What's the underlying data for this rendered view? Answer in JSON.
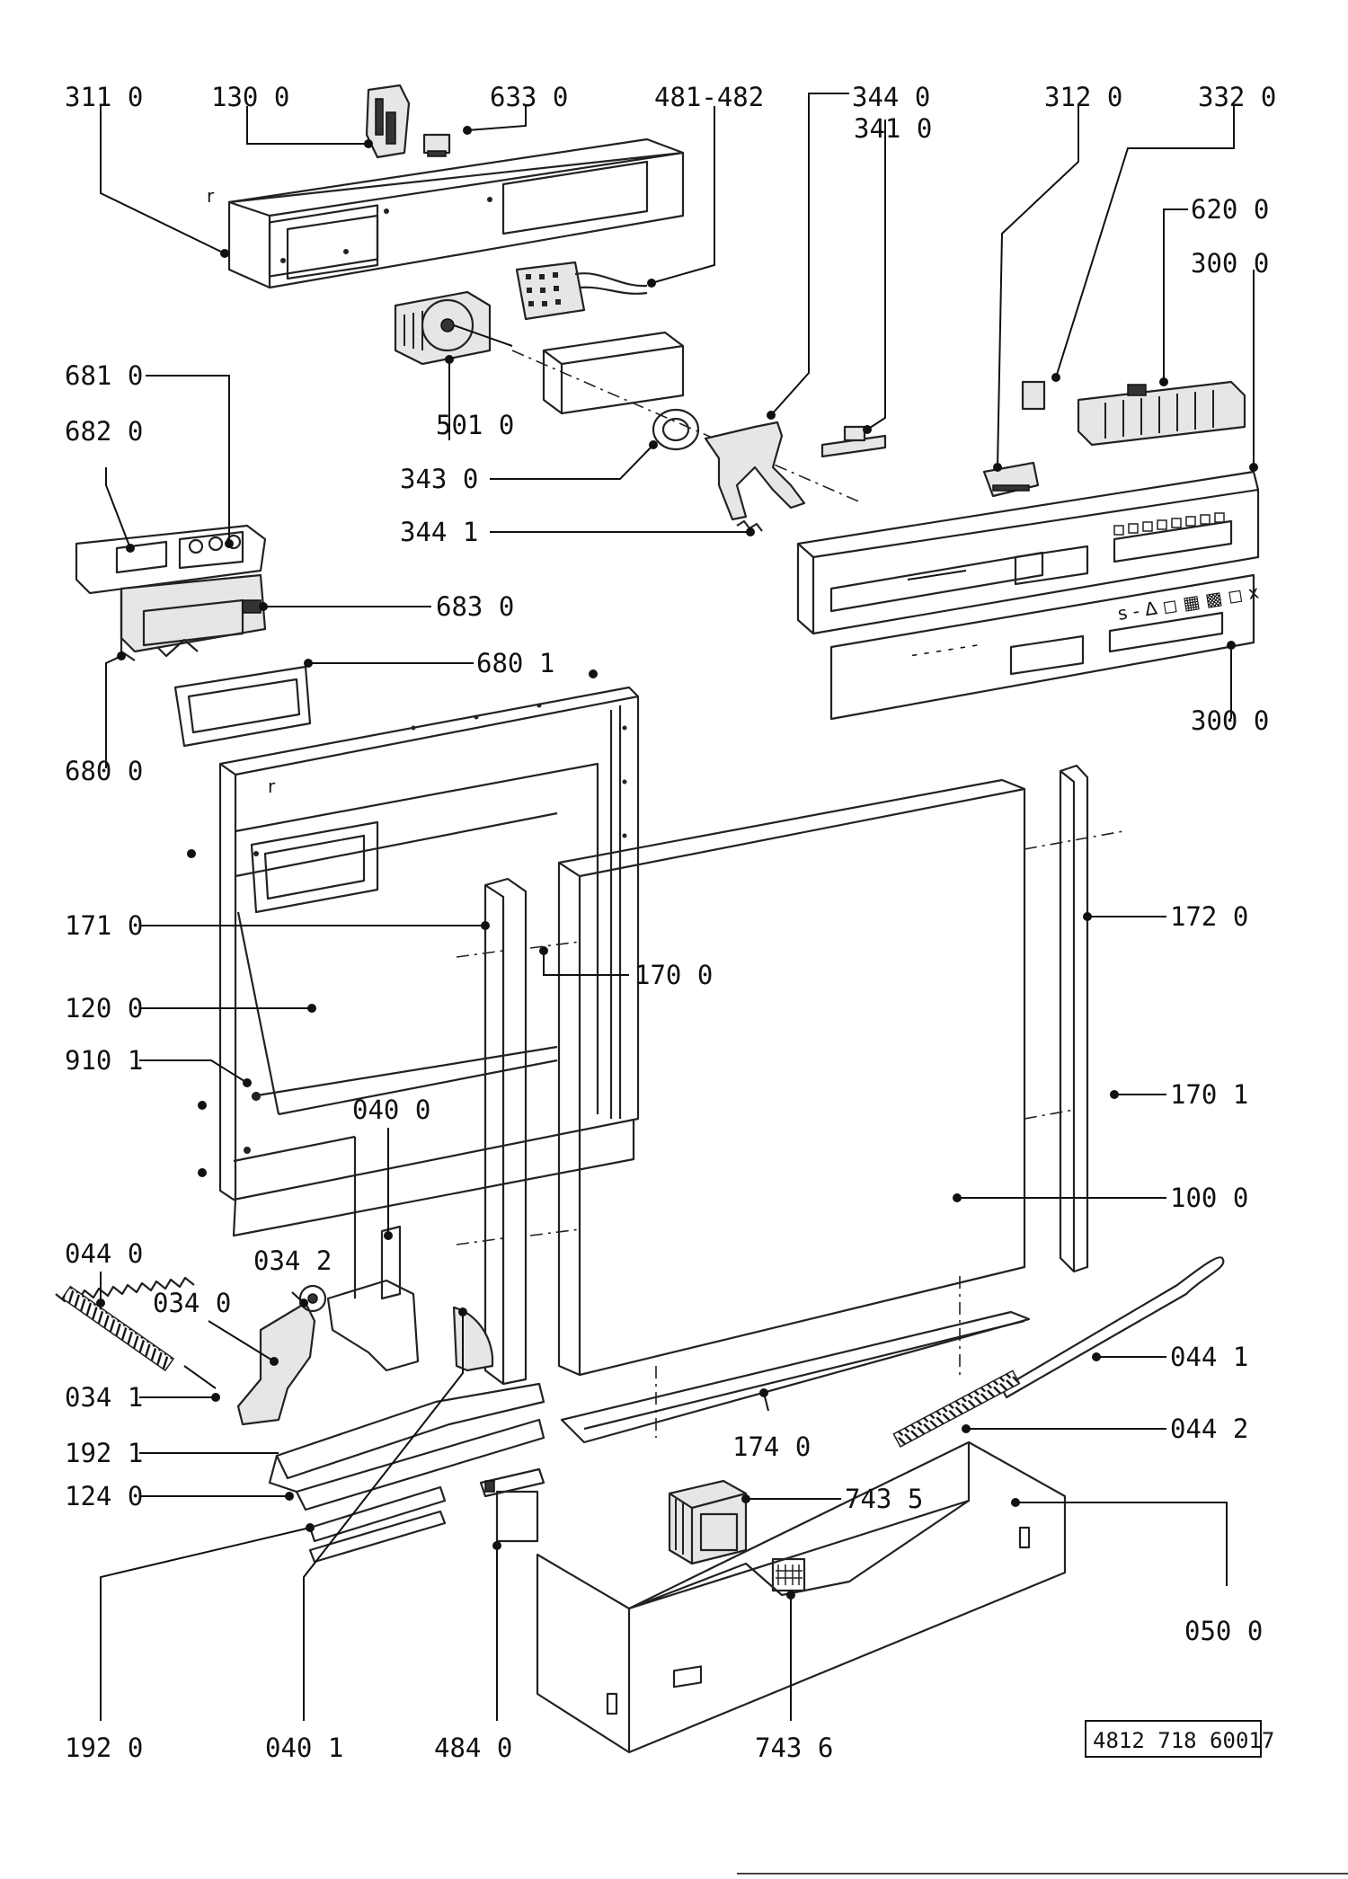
{
  "document_number": "4812 718 60017",
  "callouts": [
    {
      "label": "311  0"
    },
    {
      "label": "130  0"
    },
    {
      "label": "633  0"
    },
    {
      "label": "481-482"
    },
    {
      "label": "344  0"
    },
    {
      "label": "341  0"
    },
    {
      "label": "312  0"
    },
    {
      "label": "332  0"
    },
    {
      "label": "620  0"
    },
    {
      "label": "300  0"
    },
    {
      "label": "681  0"
    },
    {
      "label": "682  0"
    },
    {
      "label": "501  0"
    },
    {
      "label": "343  0"
    },
    {
      "label": "344  1"
    },
    {
      "label": "683  0"
    },
    {
      "label": "680  1"
    },
    {
      "label": "680  0"
    },
    {
      "label": "300  0"
    },
    {
      "label": "171  0"
    },
    {
      "label": "170  0"
    },
    {
      "label": "172  0"
    },
    {
      "label": "120  0"
    },
    {
      "label": "910  1"
    },
    {
      "label": "170  1"
    },
    {
      "label": "040  0"
    },
    {
      "label": "100  0"
    },
    {
      "label": "044  0"
    },
    {
      "label": "034  2"
    },
    {
      "label": "034  0"
    },
    {
      "label": "044  1"
    },
    {
      "label": "034  1"
    },
    {
      "label": "044  2"
    },
    {
      "label": "192  1"
    },
    {
      "label": "174  0"
    },
    {
      "label": "743  5"
    },
    {
      "label": "124  0"
    },
    {
      "label": "050  0"
    },
    {
      "label": "192  0"
    },
    {
      "label": "040  1"
    },
    {
      "label": "484  0"
    },
    {
      "label": "743  6"
    }
  ],
  "marks": {
    "r_top": "r",
    "r_mid": "r"
  }
}
